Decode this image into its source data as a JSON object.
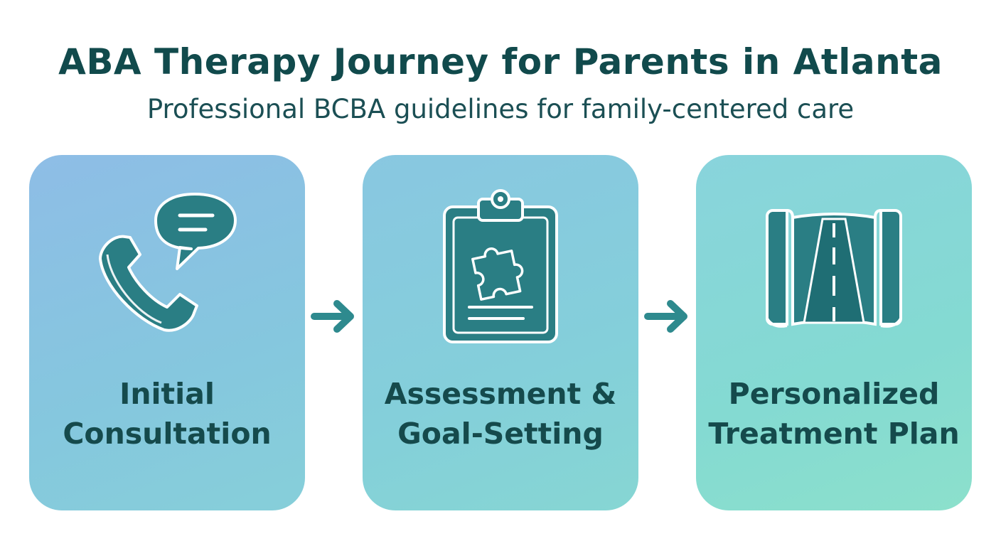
{
  "header": {
    "title": "ABA Therapy Journey for Parents in Atlanta",
    "subtitle": "Professional BCBA guidelines for family-centered care"
  },
  "steps": [
    {
      "line1": "Initial",
      "line2": "Consultation",
      "icon": "phone-chat-icon"
    },
    {
      "line1": "Assessment &",
      "line2": "Goal-Setting",
      "icon": "clipboard-puzzle-icon"
    },
    {
      "line1": "Personalized",
      "line2": "Treatment Plan",
      "icon": "road-map-icon"
    }
  ],
  "colors": {
    "icon_teal": "#2a7e84",
    "text_dark": "#114a4c",
    "arrow_teal": "#2e8a8e"
  }
}
